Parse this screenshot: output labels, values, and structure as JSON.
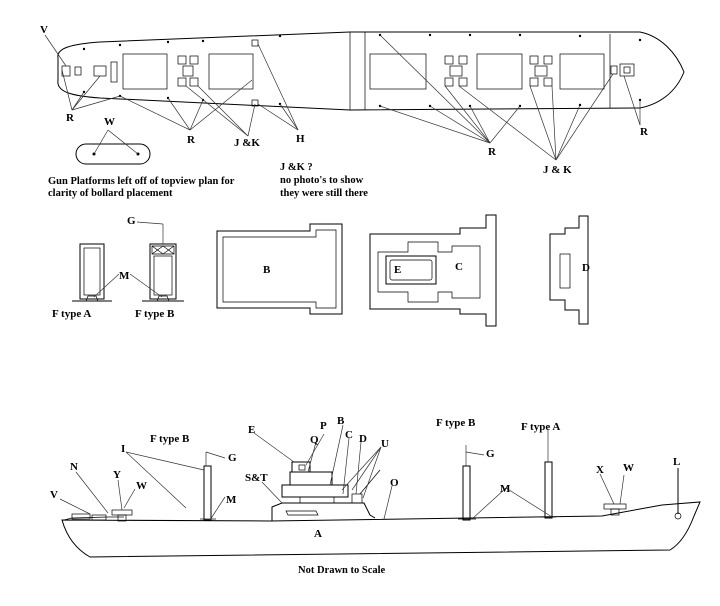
{
  "labels": {
    "top": {
      "V": "V",
      "W": "W",
      "R1": "R",
      "R2": "R",
      "R3": "R",
      "R4": "R",
      "JK1": "J &K",
      "H": "H",
      "JK2": "J & K",
      "JK_q": "J &K ?"
    },
    "notes": {
      "gun_platforms_1": "Gun Platforms left off of topview plan for",
      "gun_platforms_2": "clarity of bollard placement",
      "no_photos_1": "no photo's to show",
      "no_photos_2": "they were still there"
    },
    "details": {
      "G": "G",
      "M": "M",
      "F_type_A": "F type A",
      "F_type_B": "F type B",
      "B": "B",
      "E": "E",
      "C": "C",
      "D": "D"
    },
    "side": {
      "V": "V",
      "N": "N",
      "Y": "Y",
      "W1": "W",
      "I": "I",
      "F_type_B1": "F type B",
      "G1": "G",
      "M1": "M",
      "E": "E",
      "P": "P",
      "Q": "Q",
      "B": "B",
      "C": "C",
      "D": "D",
      "U": "U",
      "S_T": "S&T",
      "O": "O",
      "A": "A",
      "F_type_B2": "F type B",
      "G2": "G",
      "M2": "M",
      "F_type_A": "F type A",
      "X": "X",
      "W2": "W",
      "L": "L"
    },
    "footer": "Not Drawn to Scale"
  }
}
